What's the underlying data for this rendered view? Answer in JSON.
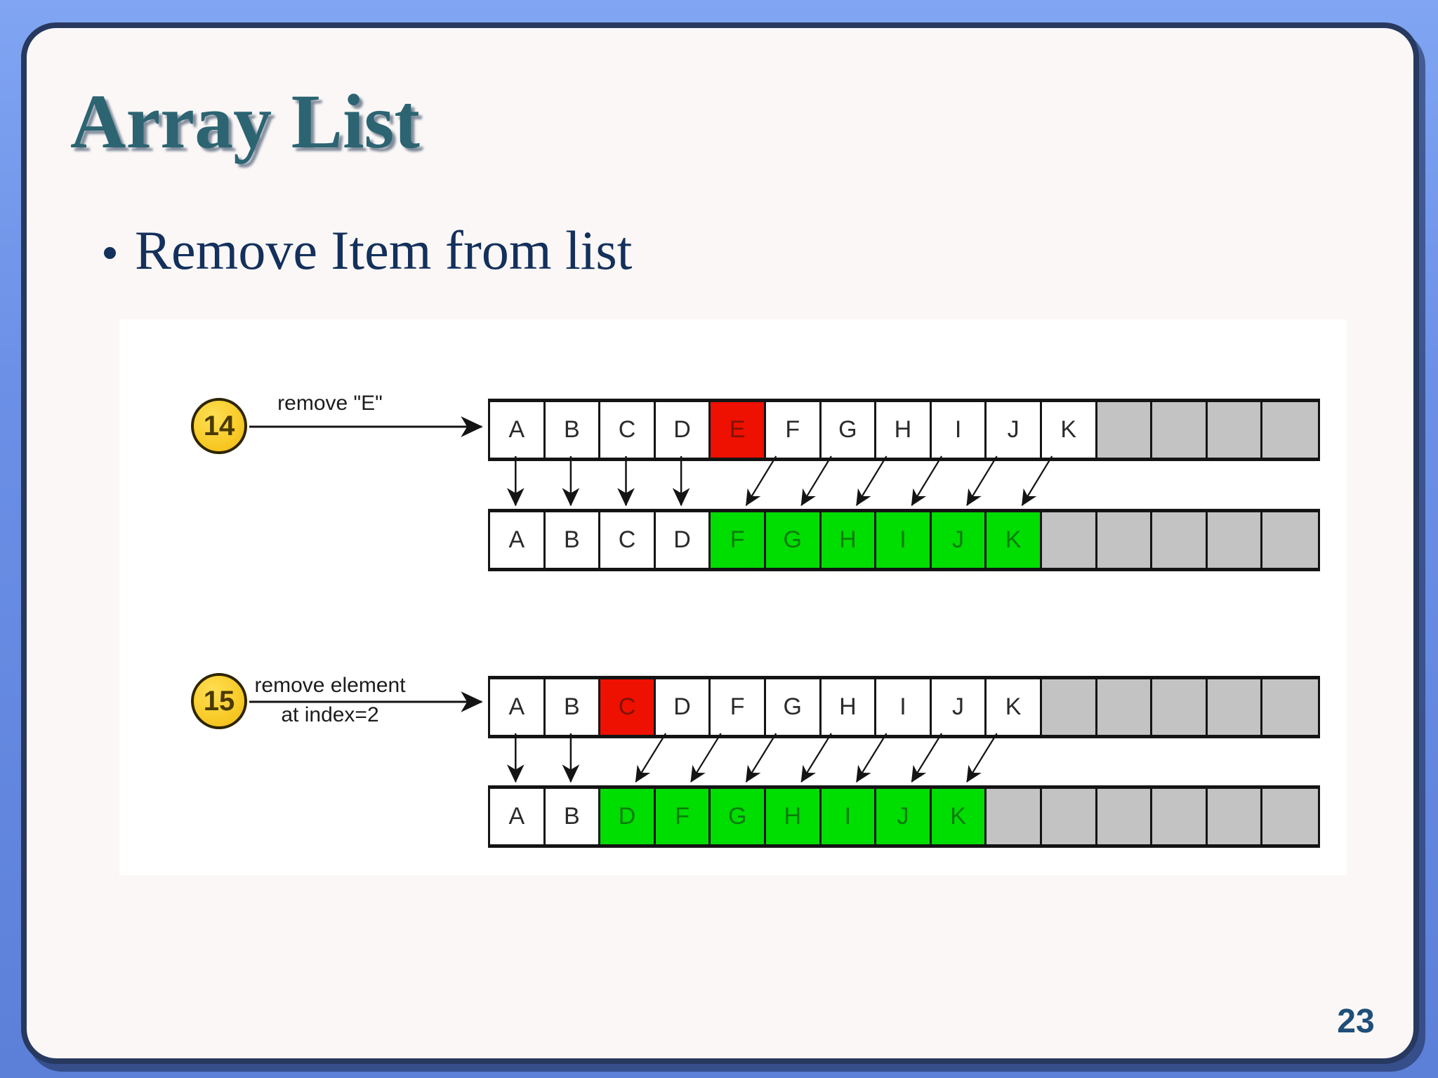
{
  "slide": {
    "title": "Array List",
    "bullet_text": "Remove Item from list",
    "page_number": "23"
  },
  "colors": {
    "outer_blue": "#6b90e6",
    "frame_navy": "#27395f",
    "slide_bg": "#faf7f6",
    "panel_bg": "#ffffff",
    "cell_removed_red": "#ee1000",
    "cell_shifted_green": "#00dd00",
    "cell_empty_gray": "#c3c3c3",
    "badge_gold": "#f9cc2b",
    "title_teal": "#2c6472",
    "bullet_navy": "#14305c",
    "page_number_blue": "#1f4e79"
  },
  "operations": [
    {
      "badge": "14",
      "label_lines": [
        "remove \"E\""
      ],
      "source_row": [
        {
          "letter": "A",
          "state": "plain"
        },
        {
          "letter": "B",
          "state": "plain"
        },
        {
          "letter": "C",
          "state": "plain"
        },
        {
          "letter": "D",
          "state": "plain"
        },
        {
          "letter": "E",
          "state": "removed"
        },
        {
          "letter": "F",
          "state": "plain"
        },
        {
          "letter": "G",
          "state": "plain"
        },
        {
          "letter": "H",
          "state": "plain"
        },
        {
          "letter": "I",
          "state": "plain"
        },
        {
          "letter": "J",
          "state": "plain"
        },
        {
          "letter": "K",
          "state": "plain"
        },
        {
          "letter": "",
          "state": "empty"
        },
        {
          "letter": "",
          "state": "empty"
        },
        {
          "letter": "",
          "state": "empty"
        },
        {
          "letter": "",
          "state": "empty"
        }
      ],
      "result_row": [
        {
          "letter": "A",
          "state": "plain"
        },
        {
          "letter": "B",
          "state": "plain"
        },
        {
          "letter": "C",
          "state": "plain"
        },
        {
          "letter": "D",
          "state": "plain"
        },
        {
          "letter": "F",
          "state": "shifted"
        },
        {
          "letter": "G",
          "state": "shifted"
        },
        {
          "letter": "H",
          "state": "shifted"
        },
        {
          "letter": "I",
          "state": "shifted"
        },
        {
          "letter": "J",
          "state": "shifted"
        },
        {
          "letter": "K",
          "state": "shifted"
        },
        {
          "letter": "",
          "state": "empty"
        },
        {
          "letter": "",
          "state": "empty"
        },
        {
          "letter": "",
          "state": "empty"
        },
        {
          "letter": "",
          "state": "empty"
        },
        {
          "letter": "",
          "state": "empty"
        }
      ],
      "straight_arrow_cols": [
        0,
        1,
        2,
        3
      ],
      "diagonal_arrows": [
        {
          "from": 5,
          "to": 4
        },
        {
          "from": 6,
          "to": 5
        },
        {
          "from": 7,
          "to": 6
        },
        {
          "from": 8,
          "to": 7
        },
        {
          "from": 9,
          "to": 8
        },
        {
          "from": 10,
          "to": 9
        }
      ]
    },
    {
      "badge": "15",
      "label_lines": [
        "remove element",
        "at index=2"
      ],
      "source_row": [
        {
          "letter": "A",
          "state": "plain"
        },
        {
          "letter": "B",
          "state": "plain"
        },
        {
          "letter": "C",
          "state": "removed"
        },
        {
          "letter": "D",
          "state": "plain"
        },
        {
          "letter": "F",
          "state": "plain"
        },
        {
          "letter": "G",
          "state": "plain"
        },
        {
          "letter": "H",
          "state": "plain"
        },
        {
          "letter": "I",
          "state": "plain"
        },
        {
          "letter": "J",
          "state": "plain"
        },
        {
          "letter": "K",
          "state": "plain"
        },
        {
          "letter": "",
          "state": "empty"
        },
        {
          "letter": "",
          "state": "empty"
        },
        {
          "letter": "",
          "state": "empty"
        },
        {
          "letter": "",
          "state": "empty"
        },
        {
          "letter": "",
          "state": "empty"
        }
      ],
      "result_row": [
        {
          "letter": "A",
          "state": "plain"
        },
        {
          "letter": "B",
          "state": "plain"
        },
        {
          "letter": "D",
          "state": "shifted"
        },
        {
          "letter": "F",
          "state": "shifted"
        },
        {
          "letter": "G",
          "state": "shifted"
        },
        {
          "letter": "H",
          "state": "shifted"
        },
        {
          "letter": "I",
          "state": "shifted"
        },
        {
          "letter": "J",
          "state": "shifted"
        },
        {
          "letter": "K",
          "state": "shifted"
        },
        {
          "letter": "",
          "state": "empty"
        },
        {
          "letter": "",
          "state": "empty"
        },
        {
          "letter": "",
          "state": "empty"
        },
        {
          "letter": "",
          "state": "empty"
        },
        {
          "letter": "",
          "state": "empty"
        },
        {
          "letter": "",
          "state": "empty"
        }
      ],
      "straight_arrow_cols": [
        0,
        1
      ],
      "diagonal_arrows": [
        {
          "from": 3,
          "to": 2
        },
        {
          "from": 4,
          "to": 3
        },
        {
          "from": 5,
          "to": 4
        },
        {
          "from": 6,
          "to": 5
        },
        {
          "from": 7,
          "to": 6
        },
        {
          "from": 8,
          "to": 7
        },
        {
          "from": 9,
          "to": 8
        }
      ]
    }
  ]
}
